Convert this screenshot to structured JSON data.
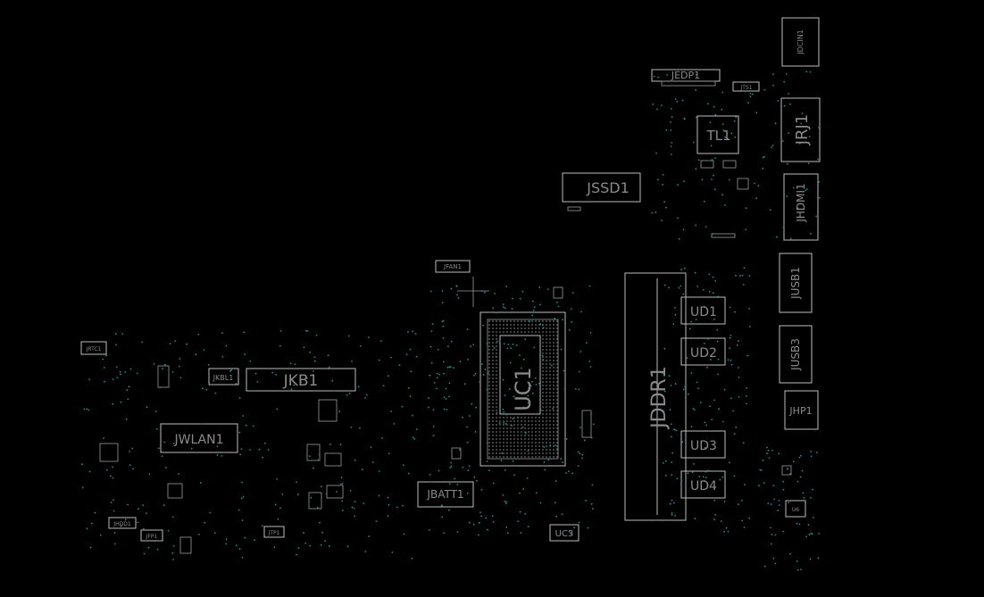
{
  "components": [
    {
      "id": "JDCIN1",
      "label": "JDCIN1"
    },
    {
      "id": "JEDP1",
      "label": "JEDP1"
    },
    {
      "id": "JTS1",
      "label": "JTS1"
    },
    {
      "id": "JRJ1",
      "label": "JRJ1"
    },
    {
      "id": "TL1",
      "label": "TL1"
    },
    {
      "id": "JSSD1",
      "label": "JSSD1"
    },
    {
      "id": "JHDMI1",
      "label": "JHDMI1"
    },
    {
      "id": "JFAN1",
      "label": "JFAN1"
    },
    {
      "id": "JUSB1",
      "label": "JUSB1"
    },
    {
      "id": "JUSB3",
      "label": "JUSB3"
    },
    {
      "id": "JHP1",
      "label": "JHP1"
    },
    {
      "id": "UC1",
      "label": "UC1"
    },
    {
      "id": "JDDR1",
      "label": "JDDR1"
    },
    {
      "id": "UD1",
      "label": "UD1"
    },
    {
      "id": "UD2",
      "label": "UD2"
    },
    {
      "id": "UD3",
      "label": "UD3"
    },
    {
      "id": "UD4",
      "label": "UD4"
    },
    {
      "id": "JRTC1",
      "label": "JRTC1"
    },
    {
      "id": "JKBL1",
      "label": "JKBL1"
    },
    {
      "id": "JKB1",
      "label": "JKB1"
    },
    {
      "id": "JWLAN1",
      "label": "JWLAN1"
    },
    {
      "id": "JBATT1",
      "label": "JBATT1"
    },
    {
      "id": "UC3",
      "label": "UC3"
    },
    {
      "id": "JHDD1",
      "label": "JHDD1"
    },
    {
      "id": "JFP1",
      "label": "JFP1"
    },
    {
      "id": "JTP1",
      "label": "JTP1"
    },
    {
      "id": "U6",
      "label": "U6"
    }
  ],
  "colors": {
    "background": "#000000",
    "outline": "#bdbdbd",
    "label": "#8a8a8a",
    "via": "#1c8f90"
  }
}
